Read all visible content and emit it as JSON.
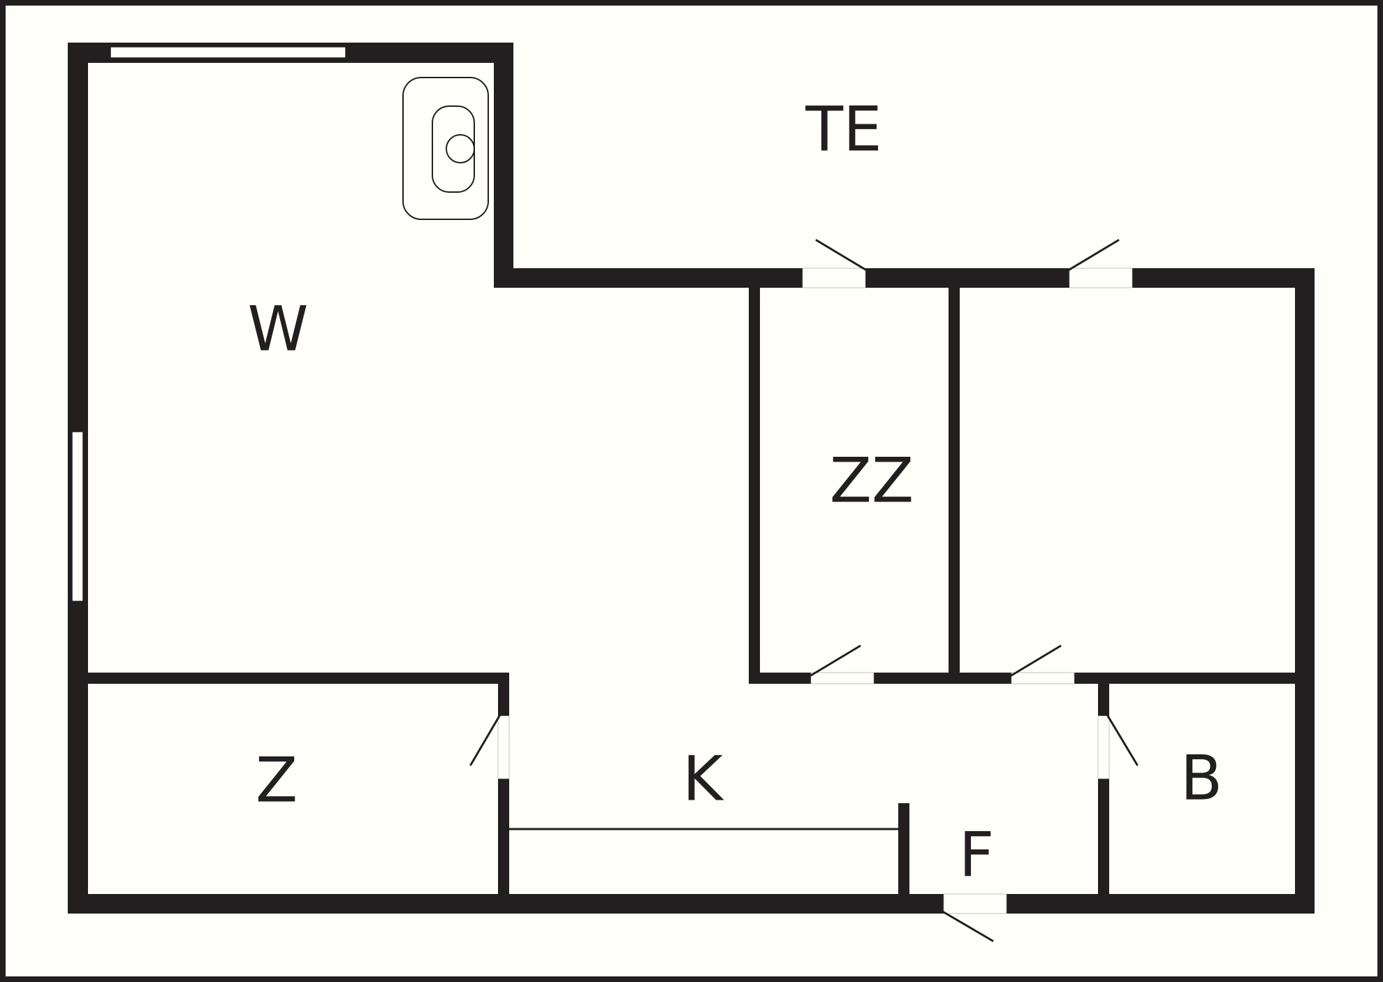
{
  "rooms": [
    {
      "id": "te",
      "label": "TE"
    },
    {
      "id": "w",
      "label": "W"
    },
    {
      "id": "zz",
      "label": "ZZ"
    },
    {
      "id": "z",
      "label": "Z"
    },
    {
      "id": "k",
      "label": "K"
    },
    {
      "id": "f",
      "label": "F"
    },
    {
      "id": "b",
      "label": "B"
    }
  ],
  "colors": {
    "wall": "#231f20",
    "background": "#fffffa"
  }
}
